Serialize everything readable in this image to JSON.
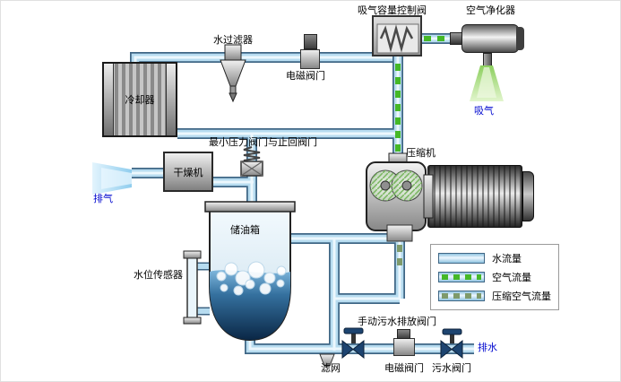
{
  "colors": {
    "pipe_outline": "#3f6685",
    "pipe_fill": "#b7dcf0",
    "air_flow_dash": "#45b827",
    "compressed_air_flow_dash": "#7e9a6b",
    "tank_liquid": "#0a2746",
    "label_blue": "#0008cf"
  },
  "labels": {
    "intake_capacity_valve": "吸气容量控制阀",
    "air_purifier": "空气净化器",
    "water_filter": "水过滤器",
    "solenoid_valve_top": "电磁阀门",
    "cooler": "冷却器",
    "intake": "吸气",
    "compressor": "压缩机",
    "min_pressure_check_valve": "最小压力阀门与止回阀门",
    "dryer": "干燥机",
    "exhaust": "排气",
    "oil_tank": "储油箱",
    "water_level_sensor": "水位传感器",
    "manual_drain_valve": "手动污水排放阀门",
    "strainer": "滤网",
    "solenoid_valve_bottom": "电磁阀门",
    "sewage_valve": "污水阀门",
    "drain": "排水"
  },
  "legend": {
    "items": [
      {
        "label": "水流量",
        "type": "water"
      },
      {
        "label": "空气流量",
        "type": "air",
        "dash_color": "#45b827"
      },
      {
        "label": "压缩空气流量",
        "type": "compressed_air",
        "dash_color": "#7e9a6b"
      }
    ]
  }
}
